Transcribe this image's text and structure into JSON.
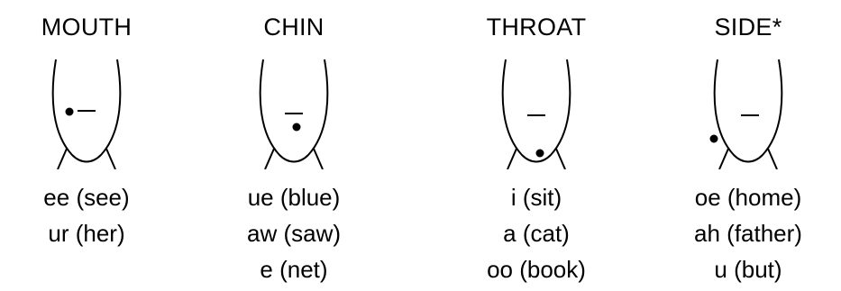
{
  "columns": [
    {
      "title": "MOUTH",
      "dot": "mouth",
      "examples": [
        "ee (see)",
        "ur (her)"
      ]
    },
    {
      "title": "CHIN",
      "dot": "chin",
      "examples": [
        "ue (blue)",
        "aw (saw)",
        "e (net)"
      ]
    },
    {
      "title": "THROAT",
      "dot": "throat",
      "examples": [
        "i (sit)",
        "a (cat)",
        "oo (book)"
      ]
    },
    {
      "title": "SIDE*",
      "dot": "side",
      "examples": [
        "oe (home)",
        "ah (father)",
        "u (but)"
      ]
    }
  ],
  "colors": {
    "ink": "#000000",
    "background": "#ffffff"
  }
}
